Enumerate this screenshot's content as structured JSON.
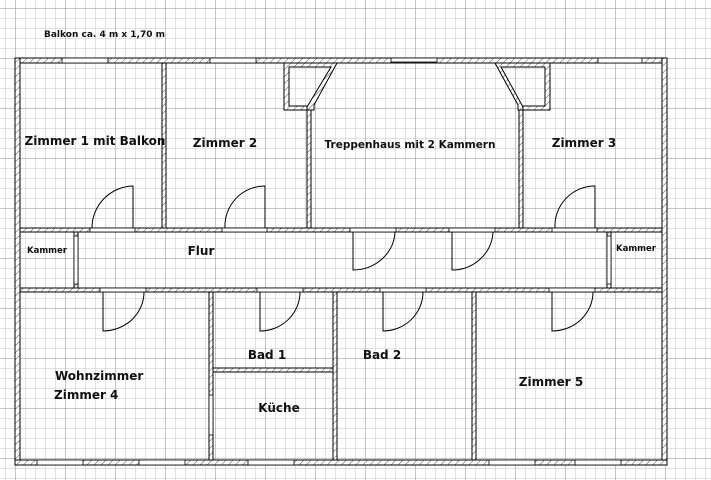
{
  "plan": {
    "balcony_note": "Balkon ca. 4 m x 1,70 m",
    "rooms": {
      "zimmer1": "Zimmer 1 mit Balkon",
      "zimmer2": "Zimmer 2",
      "treppenhaus": "Treppenhaus mit 2 Kammern",
      "zimmer3": "Zimmer 3",
      "kammer_left": "Kammer",
      "flur": "Flur",
      "kammer_right": "Kammer",
      "bad1": "Bad 1",
      "bad2": "Bad 2",
      "wohnzimmer": "Wohnzimmer",
      "zimmer4": "Zimmer 4",
      "kueche": "Küche",
      "zimmer5": "Zimmer 5"
    }
  }
}
